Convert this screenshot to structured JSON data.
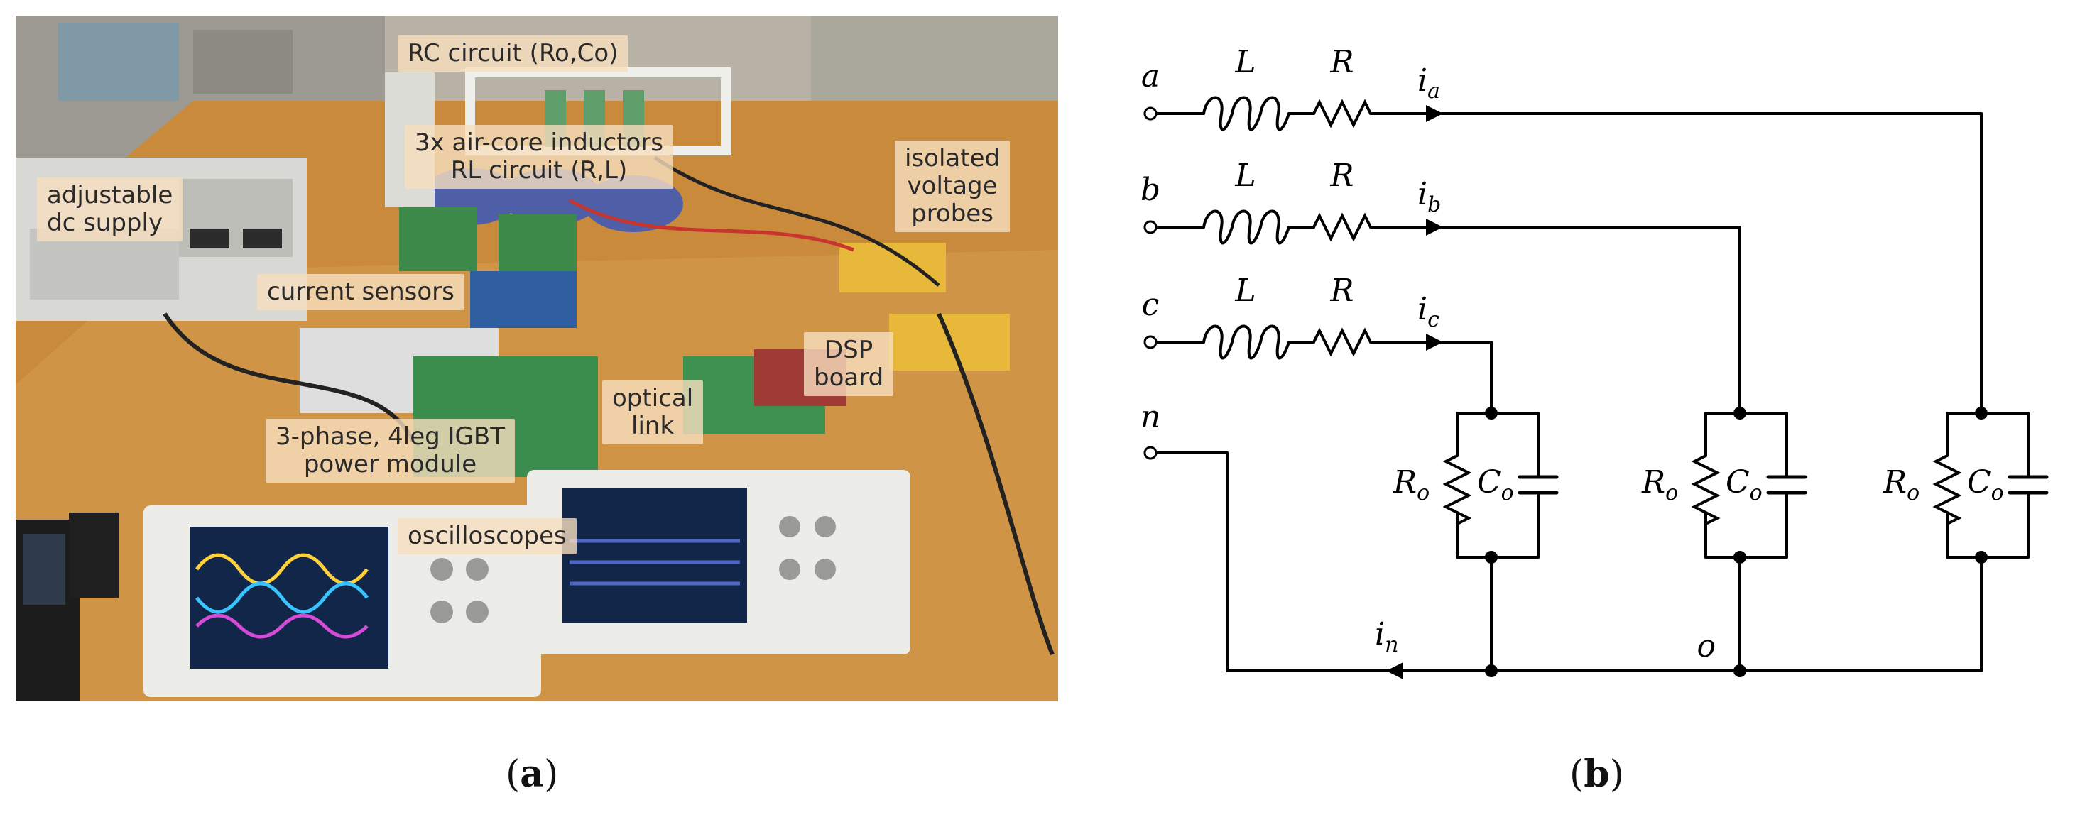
{
  "panel_a": {
    "caption": "a",
    "labels": {
      "rc_circuit": "RC circuit (Ro,Co)",
      "inductors_line1": "3x air-core inductors",
      "inductors_line2": "RL circuit (R,L)",
      "dc_supply_line1": "adjustable",
      "dc_supply_line2": "dc supply",
      "current_sensors": "current sensors",
      "isolated_probes_line1": "isolated",
      "isolated_probes_line2": "voltage",
      "isolated_probes_line3": "probes",
      "optical_line1": "optical",
      "optical_line2": "link",
      "dsp_line1": "DSP",
      "dsp_line2": "board",
      "power_module_line1": "3-phase, 4leg IGBT",
      "power_module_line2": "power module",
      "oscilloscopes": "oscilloscopes"
    }
  },
  "panel_b": {
    "caption": "b",
    "phases": [
      {
        "node": "a",
        "inductor": "L",
        "resistor": "R",
        "current": "i",
        "current_sub": "a"
      },
      {
        "node": "b",
        "inductor": "L",
        "resistor": "R",
        "current": "i",
        "current_sub": "b"
      },
      {
        "node": "c",
        "inductor": "L",
        "resistor": "R",
        "current": "i",
        "current_sub": "c"
      }
    ],
    "neutral_node": "n",
    "neutral_current": "i",
    "neutral_current_sub": "n",
    "star_point": "o",
    "load_branches": [
      {
        "resistor": "R",
        "resistor_sub": "o",
        "capacitor": "C",
        "capacitor_sub": "o"
      },
      {
        "resistor": "R",
        "resistor_sub": "o",
        "capacitor": "C",
        "capacitor_sub": "o"
      },
      {
        "resistor": "R",
        "resistor_sub": "o",
        "capacitor": "C",
        "capacitor_sub": "o"
      }
    ]
  }
}
